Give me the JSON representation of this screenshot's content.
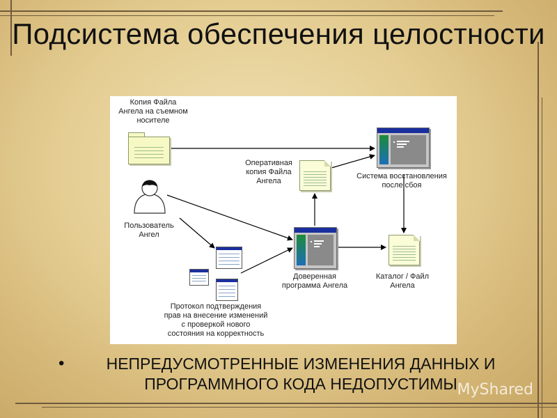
{
  "slide": {
    "title": "Подсистема обеспечения целостности",
    "bullet_symbol": "•",
    "bullet_text": "НЕПРЕДУСМОТРЕННЫЕ ИЗМЕНЕНИЯ ДАННЫХ И ПРОГРАММНОГО КОДА НЕДОПУСТИМЫ",
    "watermark": "MyShared"
  },
  "diagram": {
    "labels": {
      "backup_copy": "Копия Файла\nАнгела на съемном\nносителе",
      "operative_copy": "Оперативная\nкопия Файла\nАнгела",
      "recovery_system": "Система восстановления\nпосле сбоя",
      "user": "Пользователь\nАнгел",
      "trusted_program": "Доверенная\nпрограмма Ангела",
      "catalog": "Каталог / Файл\nАнгела",
      "protocol": "Протокол подтверждения\nправ на внесение изменений\nс проверкой нового\nсостояния на корректность"
    },
    "icons": {
      "backup_copy": "folder-icon",
      "operative_copy": "document-icon",
      "recovery_system": "application-window-icon",
      "user": "user-icon",
      "trusted_program": "application-window-icon",
      "catalog": "document-icon",
      "protocol": "form-windows-icon"
    },
    "connections": [
      {
        "from": "backup_copy",
        "to": "recovery_system"
      },
      {
        "from": "operative_copy",
        "to": "recovery_system"
      },
      {
        "from": "recovery_system",
        "to": "catalog"
      },
      {
        "from": "trusted_program",
        "to": "operative_copy"
      },
      {
        "from": "trusted_program",
        "to": "catalog"
      },
      {
        "from": "user",
        "to": "trusted_program"
      },
      {
        "from": "user",
        "to": "protocol"
      },
      {
        "from": "protocol",
        "to": "trusted_program"
      }
    ]
  },
  "colors": {
    "background": "#e4cd92",
    "window_titlebar": "#1a2f9e",
    "document_fill": "#fbfdd8",
    "arrow": "#000000"
  }
}
